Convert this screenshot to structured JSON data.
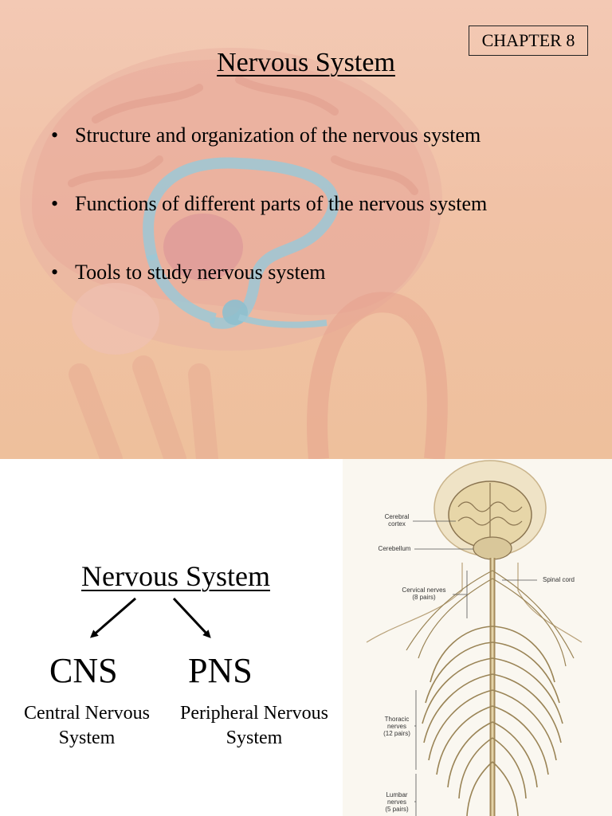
{
  "slide1": {
    "chapter": "CHAPTER 8",
    "title": "Nervous System",
    "bullet_glyph": "•",
    "bullets": [
      "Structure and organization of the nervous system",
      "Functions of different parts of the nervous system",
      "Tools to study nervous system"
    ]
  },
  "slide2": {
    "title": "Nervous System",
    "cns": "CNS",
    "pns": "PNS",
    "cns_full_line1": "Central Nervous",
    "cns_full_line2": "System",
    "pns_full_line1": "Peripheral Nervous",
    "pns_full_line2": "System",
    "figure_labels": {
      "cerebral_cortex_1": "Cerebral",
      "cerebral_cortex_2": "cortex",
      "cerebellum": "Cerebellum",
      "spinal_cord": "Spinal cord",
      "cervical_1": "Cervical nerves",
      "cervical_2": "(8 pairs)",
      "thoracic_1": "Thoracic",
      "thoracic_2": "nerves",
      "thoracic_3": "(12 pairs)",
      "lumbar_1": "Lumbar",
      "lumbar_2": "nerves",
      "lumbar_3": "(5 pairs)"
    }
  },
  "colors": {
    "slide1_background": "#f1c2a6",
    "brain_tint": "#e8a99a",
    "ventricle_blue": "#9cc8d6"
  }
}
